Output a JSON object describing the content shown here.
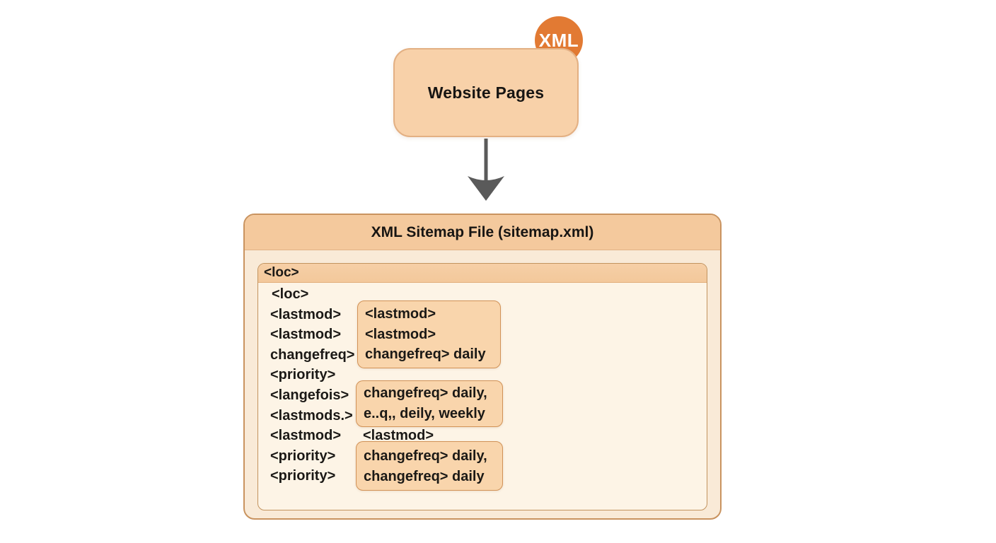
{
  "diagram": {
    "source_box": {
      "label": "Website Pages"
    },
    "badge": {
      "label": "XML"
    },
    "sitemap_panel": {
      "title": "XML Sitemap File (sitemap.xml)",
      "header_tag": "<loc>",
      "left_tags": [
        "<loc>",
        "<lastmod>",
        "<lastmod>",
        "changefreq>",
        "<priority>",
        "<langefois>",
        "<lastmods.>",
        "<lastmod>",
        "<priority>",
        "<priority>"
      ],
      "detail_box_1": {
        "lines": [
          "<lastmod>",
          "<lastmod>",
          "changefreq> daily"
        ]
      },
      "detail_box_2": {
        "lines": [
          "changefreq> daily,",
          "e..q,, deily, weekly"
        ]
      },
      "floating_tag": "<lastmod>",
      "detail_box_3": {
        "lines": [
          "changefreq> daily,",
          "changefreq> daily"
        ]
      }
    },
    "colors": {
      "box_fill": "#f8d1a9",
      "badge_orange": "#e27a33",
      "arrow_gray": "#5a5a5a",
      "panel_border": "#c9935f",
      "panel_header_fill": "#f4c99d",
      "panel_body_fill": "#f9ead7",
      "inner_card_fill": "#fdf4e6",
      "detail_box_fill": "#f9d5ac",
      "detail_box_border": "#d19257",
      "text_dark": "#1b1916"
    }
  }
}
